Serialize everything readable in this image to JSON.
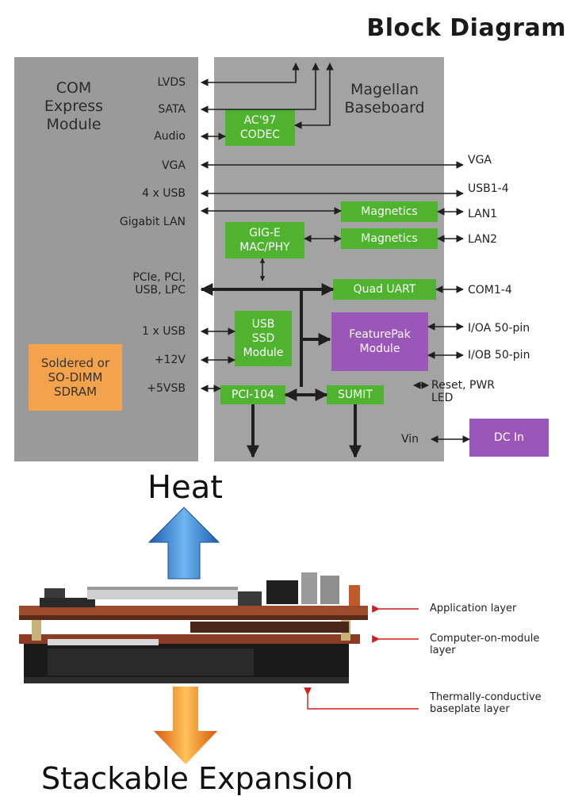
{
  "diagram": {
    "title": "Block Diagram",
    "com_module_title": "COM\nExpress\nModule",
    "baseboard_title": "Magellan\nBaseboard",
    "left_signals": [
      "LVDS",
      "SATA",
      "Audio",
      "VGA",
      "4 x USB",
      "Gigabit LAN",
      "PCIe, PCI,\nUSB, LPC",
      "1 x USB",
      "+12V",
      "+5VSB"
    ],
    "right_signals": [
      "VGA",
      "USB1-4",
      "LAN1",
      "LAN2",
      "COM1-4",
      "I/OA 50-pin",
      "I/OB 50-pin",
      "Reset, PWR\nLED",
      "Vin"
    ],
    "memory_box": "Soldered or\nSO-DIMM\nSDRAM",
    "blocks": {
      "codec": "AC'97\nCODEC",
      "gige": "GIG-E\nMAC/PHY",
      "magnetics1": "Magnetics",
      "magnetics2": "Magnetics",
      "quad_uart": "Quad UART",
      "usb_ssd": "USB\nSSD\nModule",
      "featurepak": "FeaturePak\nModule",
      "pci104": "PCI-104",
      "sumit": "SUMIT",
      "dc_in": "DC In"
    },
    "colors": {
      "panel": "#9a9a9a",
      "green_block": "#4fb330",
      "purple_block": "#9b57b8",
      "orange_block": "#f3a34b"
    }
  },
  "photo": {
    "heat_label": "Heat",
    "expansion_label": "Stackable Expansion",
    "callouts": [
      "Application layer",
      "Computer-on-module\nlayer",
      "Thermally-conductive\nbaseplate layer"
    ],
    "arrow_colors": {
      "heat": "#2f7fd0",
      "expansion": "#ef7b18",
      "callout": "#d11e1e"
    }
  }
}
